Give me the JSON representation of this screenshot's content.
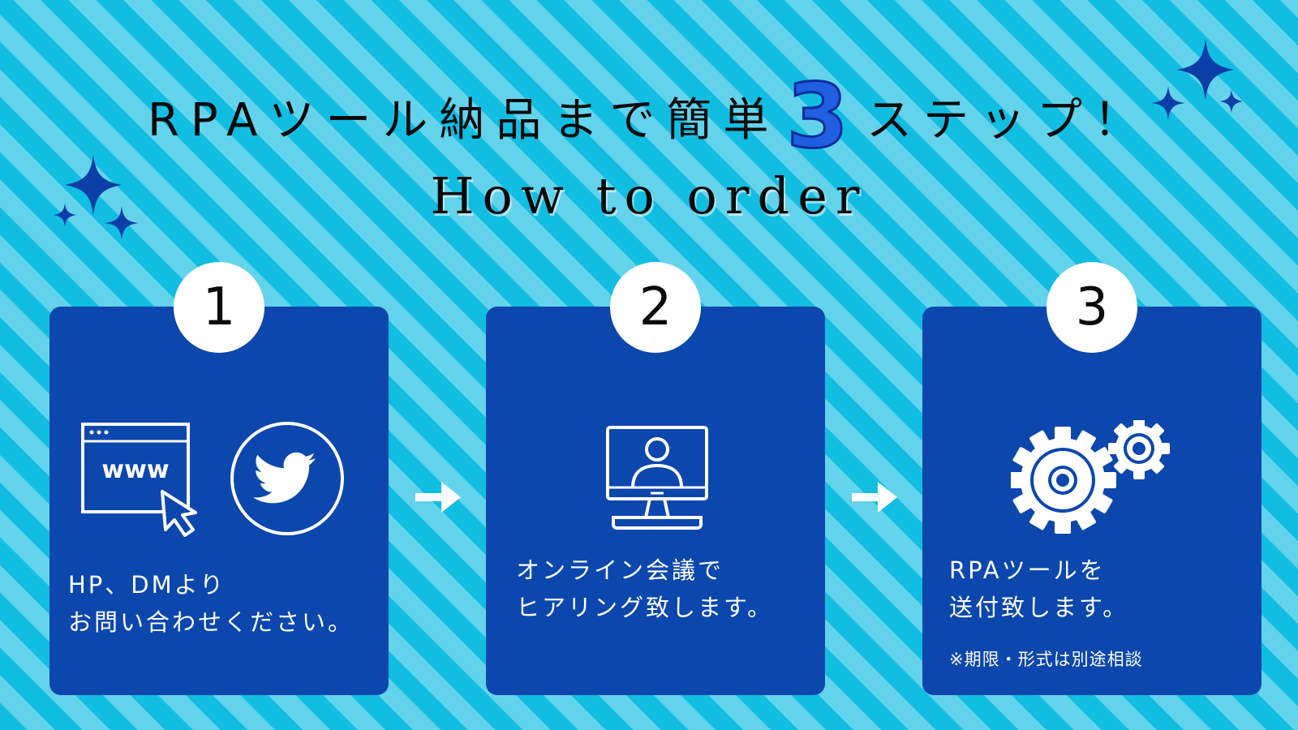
{
  "title": {
    "jp_before": "RPAツール納品まで簡単",
    "highlight_number": "3",
    "jp_after": "ステップ！",
    "en": "How to order"
  },
  "steps": [
    {
      "number": "1",
      "icons": [
        "www-browser-icon",
        "twitter-icon"
      ],
      "lines": [
        "HP、DMより",
        "お問い合わせください。"
      ]
    },
    {
      "number": "2",
      "icons": [
        "online-meeting-icon"
      ],
      "lines": [
        "オンライン会議で",
        "ヒアリング致します。"
      ]
    },
    {
      "number": "3",
      "icons": [
        "gears-icon"
      ],
      "lines": [
        "RPAツールを",
        "送付致します。"
      ],
      "note": "※期限・形式は別途相談"
    }
  ],
  "icon_text": {
    "www": "www"
  },
  "colors": {
    "background_stripe_dark": "#12bde2",
    "background_stripe_light": "#63d3ec",
    "card": "#0b47ad",
    "accent_number": "#1f5fe0",
    "sparkle": "#0b3ea6"
  }
}
